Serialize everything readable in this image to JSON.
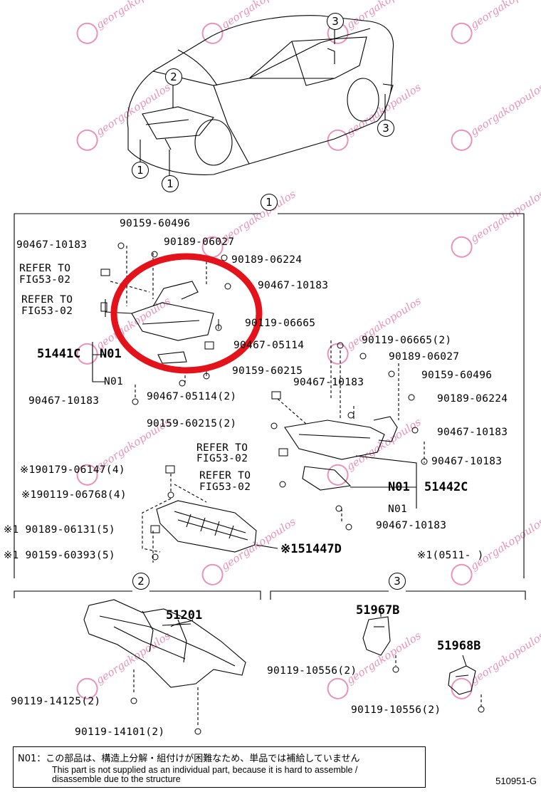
{
  "callouts": {
    "c1_a": "1",
    "c1_b": "1",
    "c2": "2",
    "c3_a": "3",
    "c3_b": "3",
    "sec1": "1",
    "sec2": "2",
    "sec3": "3"
  },
  "labels": {
    "p01": "90159-60496",
    "p02": "90467-10183",
    "p03": "90189-06027",
    "p04": "90189-06224",
    "p05_a": "REFER TO",
    "p05_b": "FIG53-02",
    "p06": "90467-10183",
    "p07_a": "REFER TO",
    "p07_b": "FIG53-02",
    "p08": "90119-06665",
    "p09": "51441C",
    "p09n": "N01",
    "p10": "90467-05114",
    "p11": "90119-06665(2)",
    "p12": "90189-06027",
    "p13": "90159-60215",
    "p14": "90159-60496",
    "p15": "N01",
    "p16": "90467-10183",
    "p17": "90467-10183",
    "p18": "90467-05114(2)",
    "p19": "90189-06224",
    "p20": "90159-60215(2)",
    "p21": "90467-10183",
    "p22_a": "REFER TO",
    "p22_b": "FIG53-02",
    "p23": "90467-10183",
    "p24": "※190179-06147(4)",
    "p25_a": "REFER TO",
    "p25_b": "FIG53-02",
    "p26n": "N01",
    "p26": "51442C",
    "p27": "※190119-06768(4)",
    "p28": "N01",
    "p29": "※1 90189-06131(5)",
    "p30": "90467-10183",
    "p31": "※1 90159-60393(5)",
    "p32": "※151447D",
    "p33": "※1(0511-     )",
    "p34": "51201",
    "p35": "51967B",
    "p36": "90119-10556(2)",
    "p37": "51968B",
    "p38": "90119-14125(2)",
    "p39": "90119-10556(2)",
    "p40": "90119-14101(2)"
  },
  "note": {
    "jp": "N01：この部品は、構造上分解・組付けが困難なため、単品では補給していません",
    "en1": "This part is not supplied as an individual part, because it is hard to assemble /",
    "en2": "disassemble due to the structure"
  },
  "ref_code": "510951-G",
  "watermark_text": "georgakopoulos",
  "colors": {
    "highlight_circle": "#e3121b",
    "watermark": "#d93b7e",
    "line": "#000000"
  }
}
